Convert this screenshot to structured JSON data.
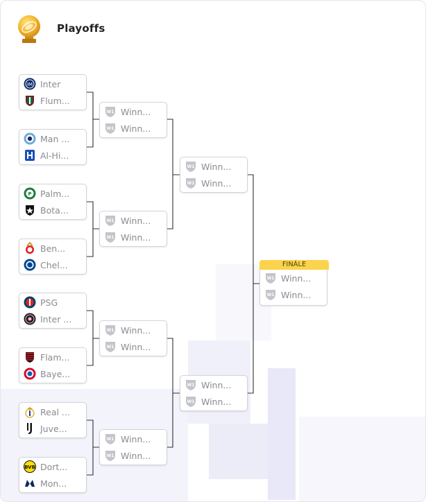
{
  "header": {
    "title": "Playoffs",
    "trophy_icon": "trophy-icon"
  },
  "accent_color": "#fcd34d",
  "placeholder_name": "Winn...",
  "round_of_16": [
    {
      "team1": {
        "name": "Inter",
        "logo": "inter-logo"
      },
      "team2": {
        "name": "Flum...",
        "logo": "fluminense-logo"
      }
    },
    {
      "team1": {
        "name": "Man ...",
        "logo": "man-city-logo"
      },
      "team2": {
        "name": "Al-Hi...",
        "logo": "al-hilal-logo"
      }
    },
    {
      "team1": {
        "name": "Palm...",
        "logo": "palmeiras-logo"
      },
      "team2": {
        "name": "Bota...",
        "logo": "botafogo-logo"
      }
    },
    {
      "team1": {
        "name": "Ben...",
        "logo": "benfica-logo"
      },
      "team2": {
        "name": "Chel...",
        "logo": "chelsea-logo"
      }
    },
    {
      "team1": {
        "name": "PSG",
        "logo": "psg-logo"
      },
      "team2": {
        "name": "Inter ...",
        "logo": "inter-miami-logo"
      }
    },
    {
      "team1": {
        "name": "Flam...",
        "logo": "flamengo-logo"
      },
      "team2": {
        "name": "Baye...",
        "logo": "bayern-logo"
      }
    },
    {
      "team1": {
        "name": "Real ...",
        "logo": "real-madrid-logo"
      },
      "team2": {
        "name": "Juve...",
        "logo": "juventus-logo"
      }
    },
    {
      "team1": {
        "name": "Dort...",
        "logo": "dortmund-logo"
      },
      "team2": {
        "name": "Mon...",
        "logo": "monterrey-logo"
      }
    }
  ],
  "quarter_finals": [
    {
      "team1": "Winn...",
      "team2": "Winn..."
    },
    {
      "team1": "Winn...",
      "team2": "Winn..."
    },
    {
      "team1": "Winn...",
      "team2": "Winn..."
    },
    {
      "team1": "Winn...",
      "team2": "Winn..."
    }
  ],
  "semi_finals": [
    {
      "team1": "Winn...",
      "team2": "Winn..."
    },
    {
      "team1": "Winn...",
      "team2": "Winn..."
    }
  ],
  "final": {
    "label": "FINÁLE",
    "team1": "Winn...",
    "team2": "Winn..."
  }
}
